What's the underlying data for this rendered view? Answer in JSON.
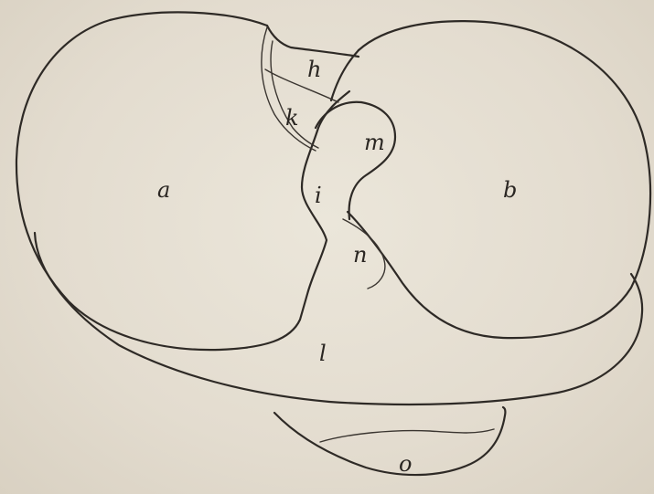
{
  "figure": {
    "labels": {
      "a": "a",
      "b": "b",
      "h": "h",
      "k": "k",
      "m": "m",
      "i": "i",
      "n": "n",
      "l": "l",
      "o": "o"
    }
  }
}
